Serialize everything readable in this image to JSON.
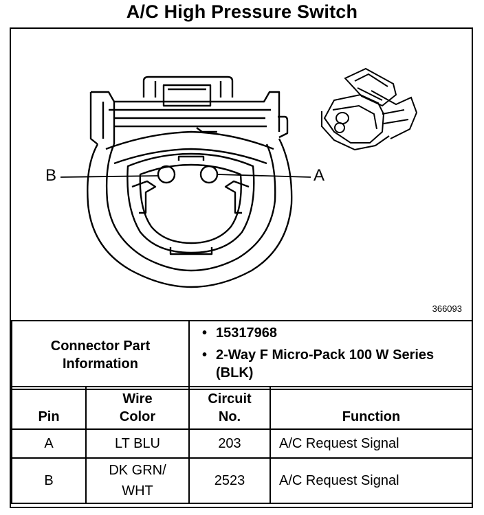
{
  "title": "A/C High Pressure Switch",
  "diagram": {
    "figure_id": "366093",
    "pin_a_label": "A",
    "pin_b_label": "B"
  },
  "connector_info": {
    "label_line1": "Connector Part",
    "label_line2": "Information",
    "items": [
      "15317968",
      "2-Way F Micro-Pack 100 W Series (BLK)"
    ]
  },
  "pin_table": {
    "headers": {
      "pin": "Pin",
      "wire_color_line1": "Wire",
      "wire_color_line2": "Color",
      "circuit_line1": "Circuit",
      "circuit_line2": "No.",
      "function": "Function"
    },
    "rows": [
      {
        "pin": "A",
        "wire_color_line1": "LT BLU",
        "wire_color_line2": "",
        "circuit": "203",
        "function": "A/C Request Signal"
      },
      {
        "pin": "B",
        "wire_color_line1": "DK GRN/",
        "wire_color_line2": "WHT",
        "circuit": "2523",
        "function": "A/C Request Signal"
      }
    ]
  }
}
